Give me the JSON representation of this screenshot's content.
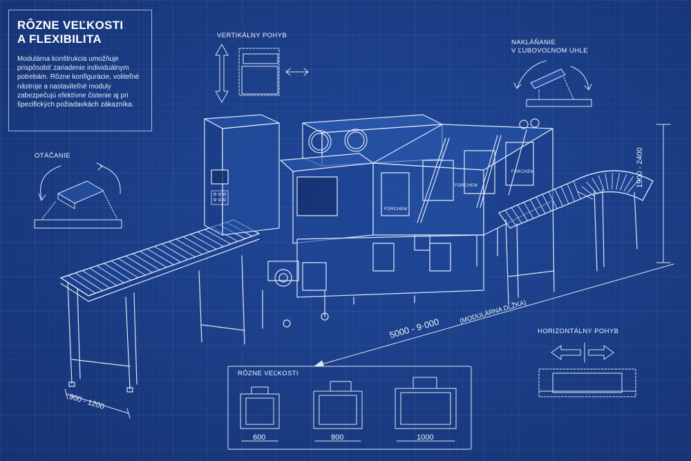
{
  "info": {
    "title_line1": "RÔZNE VEĽKOSTI",
    "title_line2": "A FLEXIBILITA",
    "body": "Modulárna konštrukcia umožňuje prispôsobiť zariadenie individuálnym potrebám. Rôzne konfigurácie, voliteľné nástroje a nastaviteľné moduly zabezpečujú efektívne čistenie aj pri špecifických požiadavkách zákazníka."
  },
  "labels": {
    "vertical": "VERTIKÁLNY POHYB",
    "tilt_line1": "NAKLÁŇANIE",
    "tilt_line2": "V ĽUBOVOĽNOM UHLE",
    "rotate": "OTÁČANIE",
    "horizontal": "HORIZONTÁLNY POHYB",
    "sizes": "RÔZNE VEĽKOSTI"
  },
  "dimensions": {
    "height": "1900 - 2400",
    "length_value": "5000 - 9·000",
    "length_note": "(MODULÁRNA DĹŽKA)",
    "width": "900 - 1200",
    "size_small": "600",
    "size_medium": "800",
    "size_large": "1000"
  },
  "brand": {
    "logo_text": "FORCHEM"
  },
  "colors": {
    "background": "#1b3f8a",
    "line": "#dfe8fb"
  }
}
